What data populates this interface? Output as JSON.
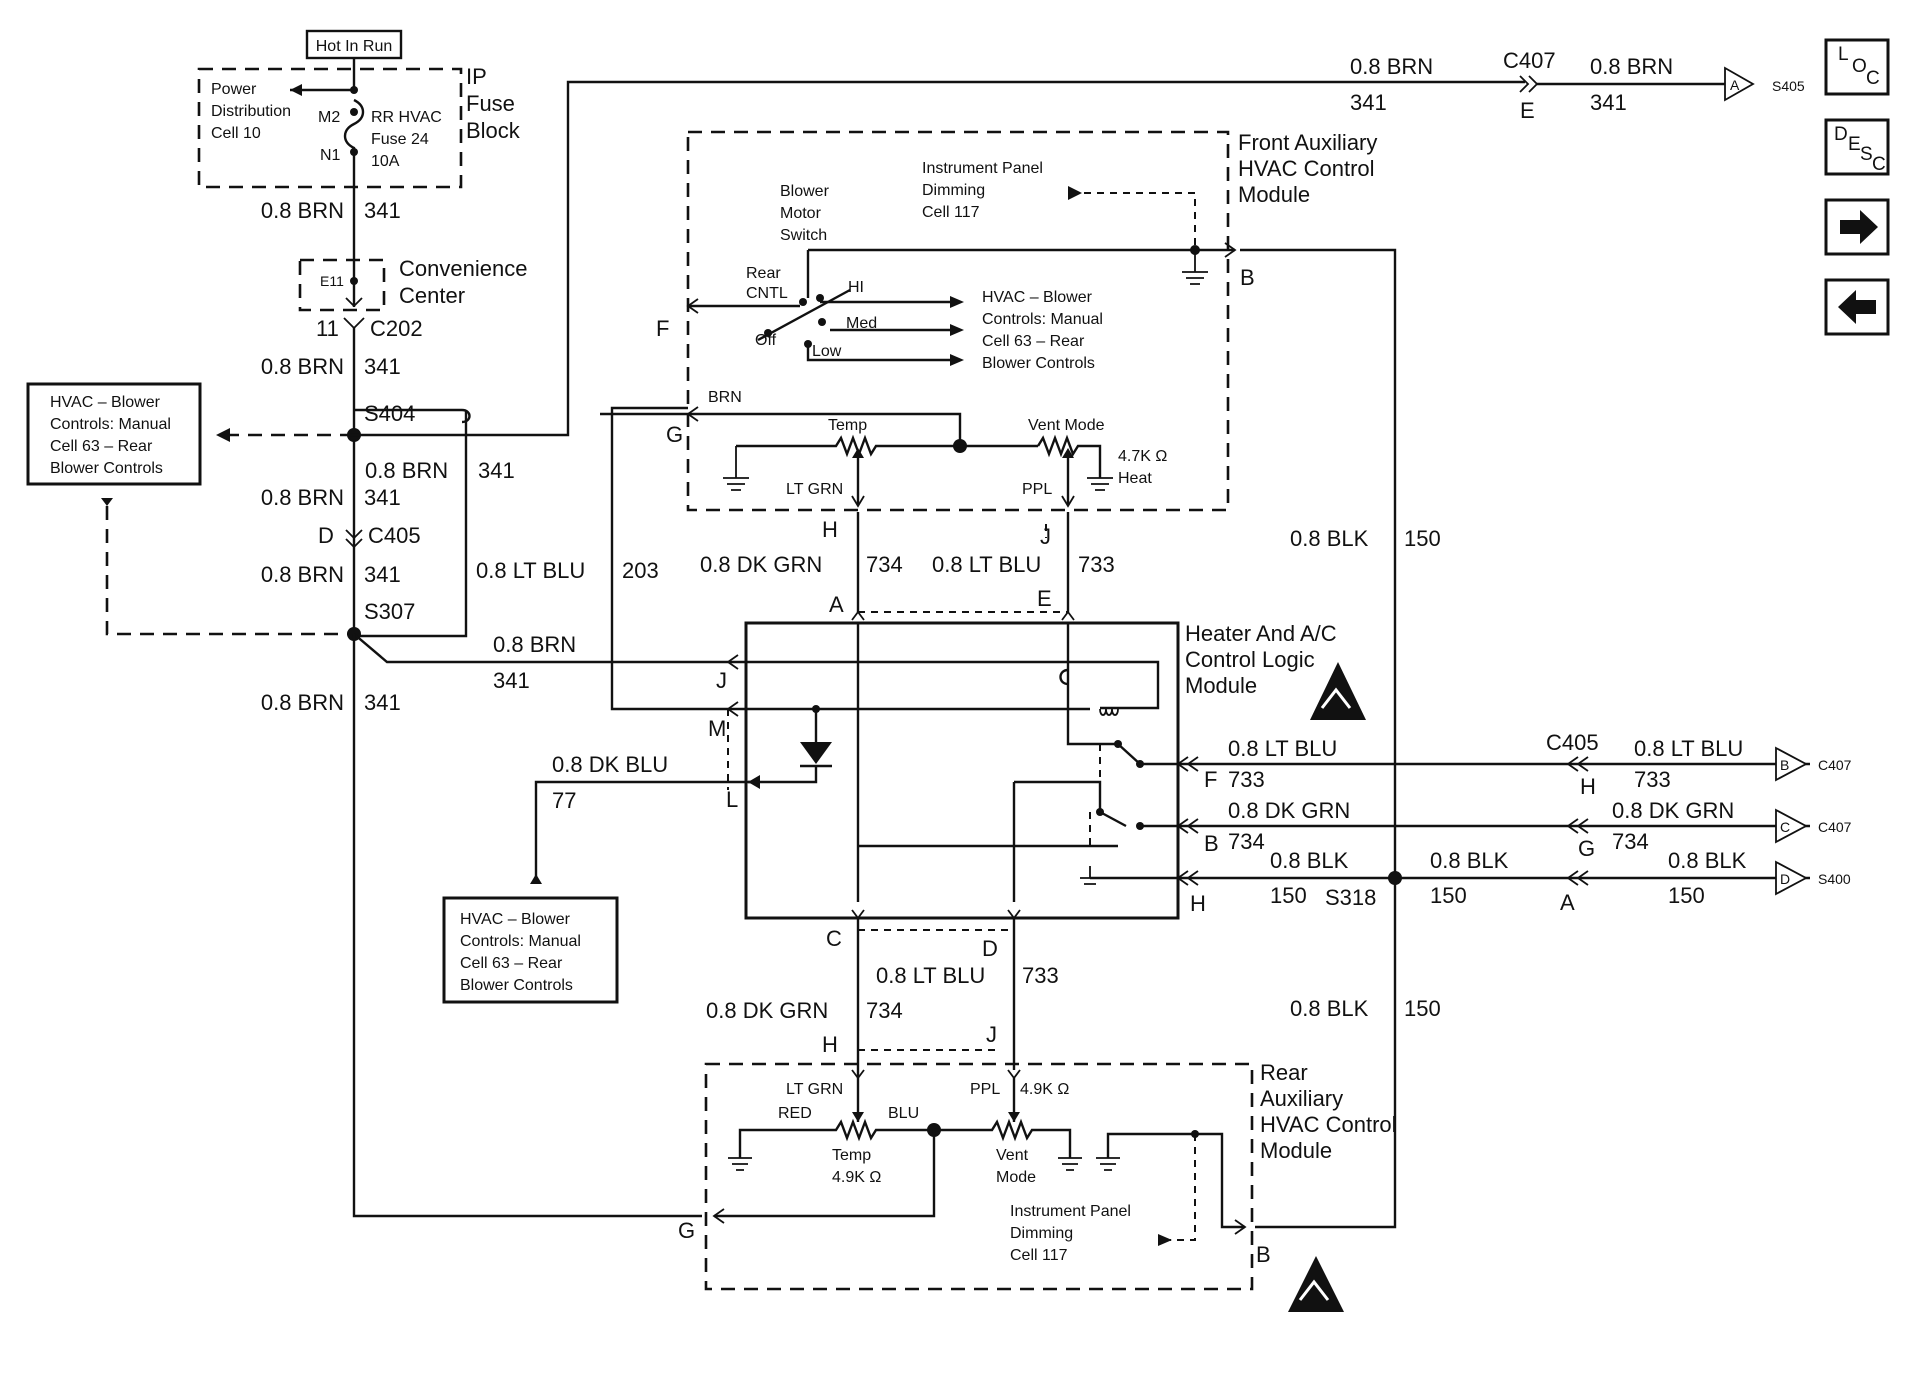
{
  "labels": {
    "hot_in_run": "Hot In Run",
    "ip_fuse_block": [
      "IP",
      "Fuse",
      "Block"
    ],
    "power_distribution": [
      "Power",
      "Distribution",
      "Cell 10"
    ],
    "m2": "M2",
    "n1": "N1",
    "fuse": [
      "RR HVAC",
      "Fuse  24",
      "10A"
    ],
    "convenience_center": [
      "Convenience",
      "Center"
    ],
    "e11": "E11",
    "c202_pin": "11",
    "c202": "C202",
    "s404": "S404",
    "s307": "S307",
    "c405_left": "C405",
    "c405_left_pin": "D",
    "c407_top": "C407",
    "c407_top_pin": "E",
    "s405": "S405",
    "s405_pin": "A",
    "front_module": [
      "Front Auxiliary",
      "HVAC Control",
      "Module"
    ],
    "heater_module": [
      "Heater And A/C",
      "Control  Logic",
      "Module"
    ],
    "rear_module": [
      "Rear",
      "Auxiliary",
      "HVAC Control",
      "Module"
    ],
    "blower_motor_switch": [
      "Blower",
      "Motor",
      "Switch"
    ],
    "ip_dimming": [
      "Instrument Panel",
      "Dimming",
      "Cell 117"
    ],
    "rear_cntl": [
      "Rear",
      "CNTL"
    ],
    "off": "Off",
    "hi": "HI",
    "med": "Med",
    "low": "Low",
    "blower_ref_front": [
      "HVAC – Blower",
      "Controls: Manual",
      "Cell 63  – Rear",
      "Blower Controls"
    ],
    "blower_box_left": [
      "HVAC – Blower",
      "Controls: Manual",
      "Cell 63  – Rear",
      "Blower Controls"
    ],
    "blower_box_bottom": [
      "HVAC – Blower",
      "Controls: Manual",
      "Cell 63  –  Rear",
      "Blower Controls"
    ],
    "brn": "BRN",
    "temp": "Temp",
    "vent_mode": "Vent Mode",
    "heat": "Heat",
    "resistor_47k": "4.7K Ω",
    "lt_grn": "LT GRN",
    "ppl": "PPL",
    "red": "RED",
    "blu": "BLU",
    "rear_temp": [
      "Temp",
      "4.9K Ω"
    ],
    "rear_vent": [
      "Vent",
      "Mode"
    ],
    "resistor_49k": "4.9K Ω",
    "c405_right": "C405",
    "c407_a": "C407",
    "c407_b": "C407",
    "s400": "S400",
    "s318": "S318",
    "pins": {
      "front_f": "F",
      "front_g": "G",
      "front_h": "H",
      "front_j": "J",
      "front_b": "B",
      "hcm_a": "A",
      "hcm_e": "E",
      "hcm_j": "J",
      "hcm_m": "M",
      "hcm_l": "L",
      "hcm_f": "F",
      "hcm_b": "B",
      "hcm_h": "H",
      "hcm_c": "C",
      "hcm_d": "D",
      "rear_h": "H",
      "rear_j": "J",
      "rear_g": "G",
      "rear_b": "B",
      "c405r_h": "H",
      "c405r_g": "G",
      "c405r_a": "A",
      "c407a_b": "B",
      "c407b_c": "C",
      "s400_d": "D"
    },
    "nav": {
      "loc": [
        "L",
        "O",
        "C"
      ],
      "desc": [
        "D",
        "E",
        "S",
        "C"
      ]
    }
  },
  "wires": {
    "brn": "0.8 BRN",
    "lt_blu": "0.8 LT BLU",
    "dk_grn": "0.8 DK GRN",
    "dk_blu": "0.8 DK BLU",
    "blk": "0.8 BLK",
    "c341": "341",
    "c203": "203",
    "c734": "734",
    "c733": "733",
    "c77": "77",
    "c150": "150"
  }
}
